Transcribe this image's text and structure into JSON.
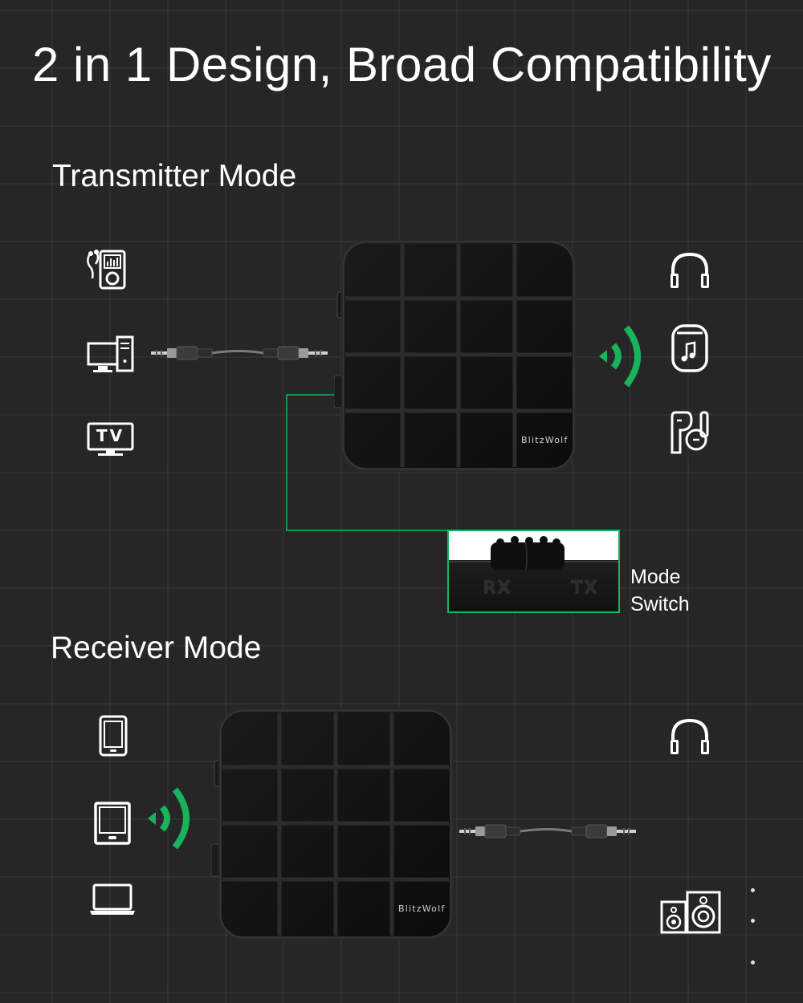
{
  "title": "2 in 1 Design, Broad Compatibility",
  "transmitter": {
    "heading": "Transmitter Mode",
    "sources": [
      "mp3-player-icon",
      "desktop-computer-icon",
      "tv-icon"
    ],
    "tv_icon_text": "TV",
    "outputs": [
      "headphones-icon",
      "bluetooth-speaker-icon",
      "earbuds-icon"
    ]
  },
  "mode_switch": {
    "label_line1": "Mode",
    "label_line2": "Switch",
    "rx_text": "RX",
    "tx_text": "TX"
  },
  "receiver": {
    "heading": "Receiver Mode",
    "sources": [
      "smartphone-icon",
      "tablet-icon",
      "laptop-icon"
    ],
    "outputs": [
      "headphones-icon",
      "speakers-icon"
    ]
  },
  "brand": "BlitzWolf",
  "colors": {
    "accent": "#19b35c",
    "background": "#262626",
    "text": "#ffffff"
  }
}
